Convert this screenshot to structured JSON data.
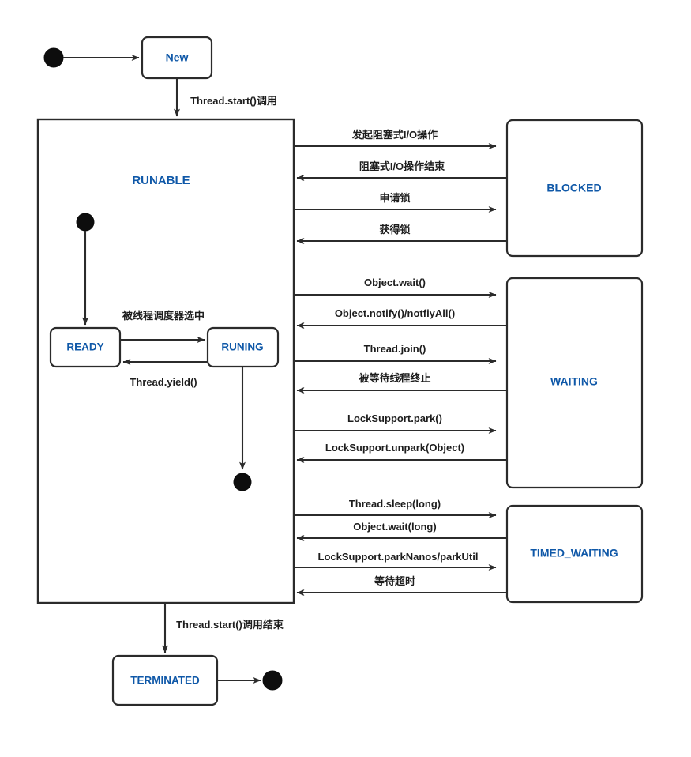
{
  "diagram": {
    "title": "Java Thread State Diagram",
    "type": "state-machine",
    "colors": {
      "state_text": "#0f58a8",
      "stroke": "#2b2b2b",
      "edge_text": "#1d1d1d",
      "node_dot": "#0d0d0d",
      "background": "#ffffff"
    }
  },
  "states": {
    "new": {
      "label": "New"
    },
    "runable": {
      "label": "RUNABLE"
    },
    "ready": {
      "label": "READY"
    },
    "runing": {
      "label": "RUNING"
    },
    "blocked": {
      "label": "BLOCKED"
    },
    "waiting": {
      "label": "WAITING"
    },
    "timed_waiting": {
      "label": "TIMED_WAITING"
    },
    "terminated": {
      "label": "TERMINATED"
    }
  },
  "transitions": {
    "start_to_new": {
      "label": ""
    },
    "new_to_runable": {
      "label": "Thread.start()调用"
    },
    "ready_to_runing": {
      "label": "被线程调度器选中"
    },
    "runing_to_ready": {
      "label": "Thread.yield()"
    },
    "runable_to_terminated": {
      "label": "Thread.start()调用结束"
    },
    "blocked_group": [
      {
        "label": "发起阻塞式I/O操作",
        "direction": "right"
      },
      {
        "label": "阻塞式I/O操作结束",
        "direction": "left"
      },
      {
        "label": "申请锁",
        "direction": "right"
      },
      {
        "label": "获得锁",
        "direction": "left"
      }
    ],
    "waiting_group": [
      {
        "label": "Object.wait()",
        "direction": "right"
      },
      {
        "label": "Object.notify()/notfiyAll()",
        "direction": "left"
      },
      {
        "label": "Thread.join()",
        "direction": "right"
      },
      {
        "label": "被等待线程终止",
        "direction": "left"
      },
      {
        "label": "LockSupport.park()",
        "direction": "right"
      },
      {
        "label": "LockSupport.unpark(Object)",
        "direction": "left"
      }
    ],
    "timed_waiting_group": [
      {
        "label": "Thread.sleep(long)",
        "direction": "right"
      },
      {
        "label": "Object.wait(long)",
        "direction": "left"
      },
      {
        "label": "LockSupport.parkNanos/parkUtil",
        "direction": "right"
      },
      {
        "label": "等待超时",
        "direction": "left"
      }
    ]
  },
  "nodes": {
    "initial_node": "initial-state-dot",
    "runable_initial_node": "runable-initial-dot",
    "runable_final_node": "runable-final-dot",
    "final_node": "final-state-dot"
  }
}
